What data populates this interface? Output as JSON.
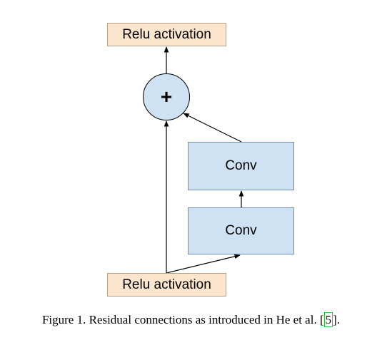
{
  "diagram": {
    "top_relu_label": "Relu activation",
    "bottom_relu_label": "Relu activation",
    "add_symbol": "+",
    "conv_top_label": "Conv",
    "conv_bottom_label": "Conv"
  },
  "caption": {
    "prefix": "Figure 1. Residual connections as introduced in He et al. ",
    "bracket_open": "[",
    "cite_ref": "5",
    "bracket_close": "]",
    "suffix": "."
  },
  "colors": {
    "relu_fill": "#fce5cd",
    "conv_fill": "#cfe2f3",
    "add_fill": "#cfe2f3",
    "citation_box": "#22cc22"
  }
}
